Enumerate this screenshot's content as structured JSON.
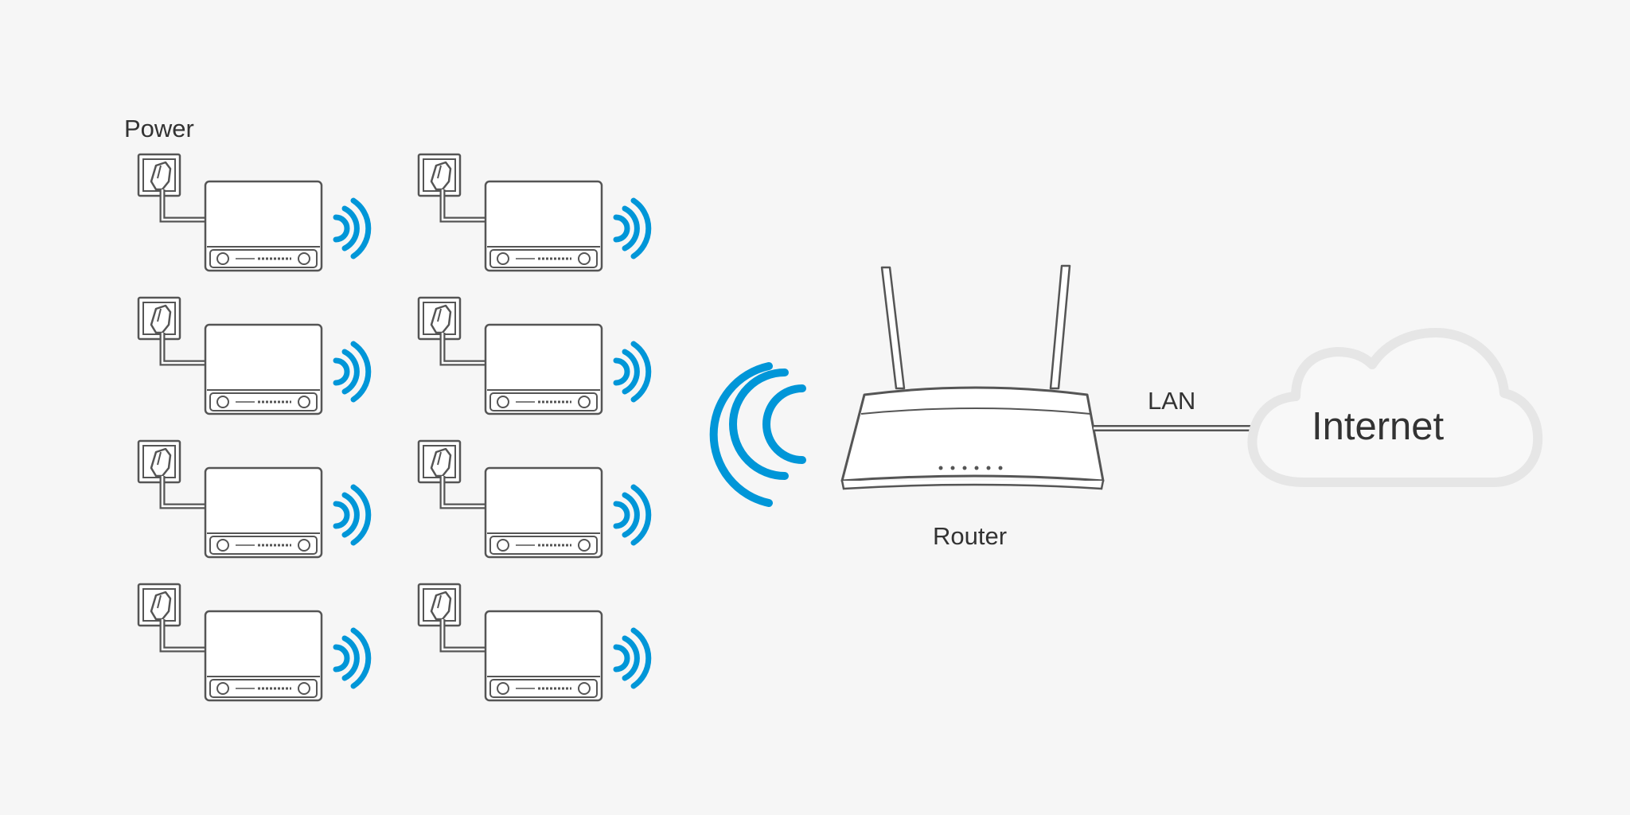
{
  "labels": {
    "power": "Power",
    "lan": "LAN",
    "router": "Router",
    "internet": "Internet"
  },
  "colors": {
    "background": "#f6f6f6",
    "line": "#555555",
    "device_fill": "#ffffff",
    "signal": "#0096d8",
    "cloud": "#e7e7e7",
    "text": "#333333"
  },
  "icons": {
    "wall_socket": "wall-socket-icon",
    "smart_plug": "smart-plug-icon",
    "signal": "wifi-signal-icon",
    "router": "router-icon",
    "cloud": "cloud-icon"
  },
  "devices": {
    "columns": 2,
    "rows": 4
  }
}
